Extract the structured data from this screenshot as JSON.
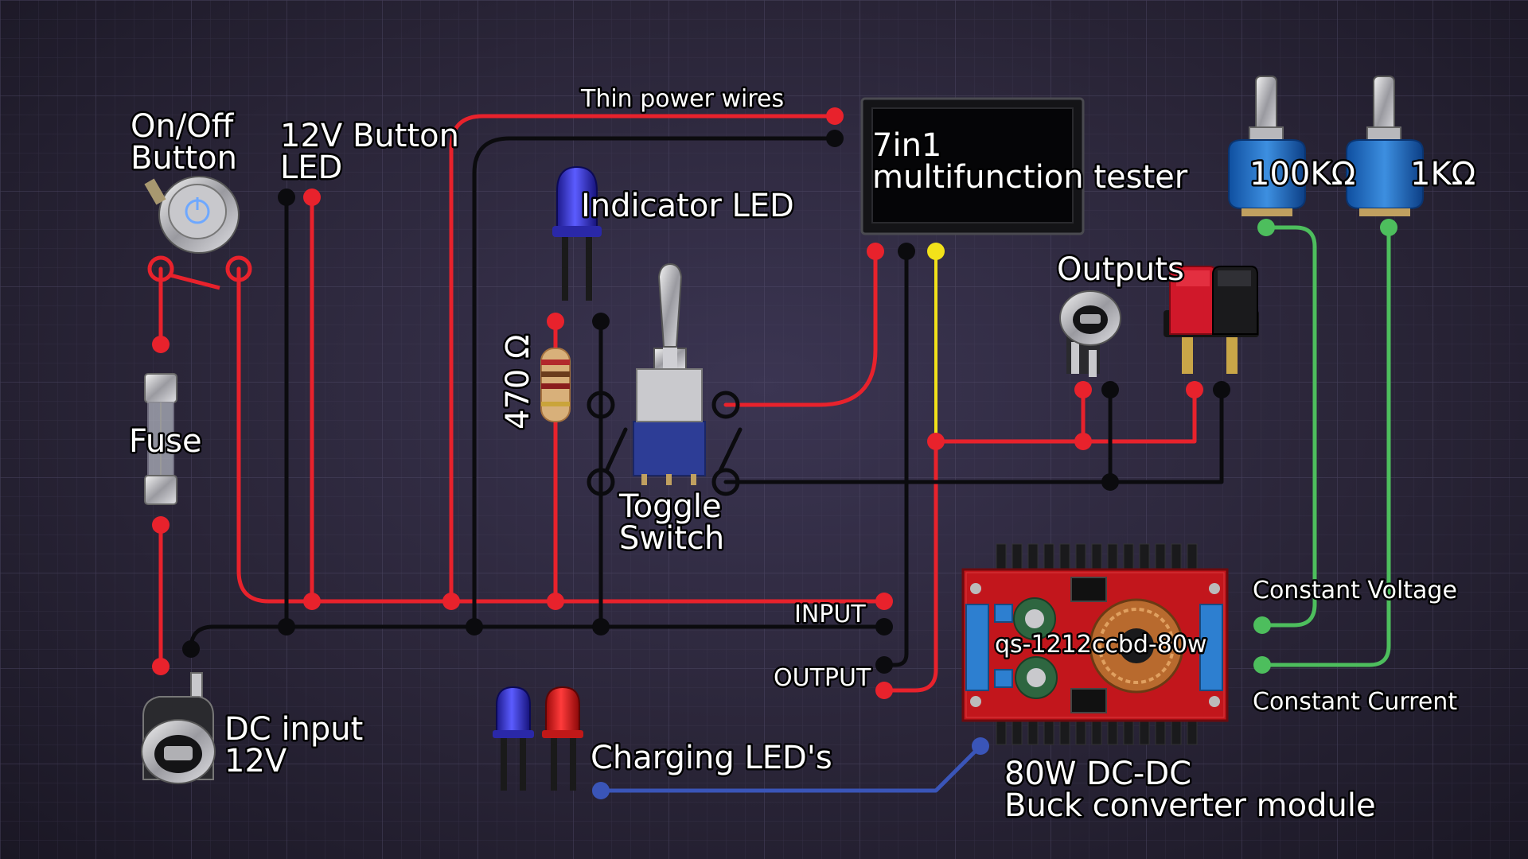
{
  "colors": {
    "background": "#2a2538",
    "grid": "#4a4560",
    "wire_red": "#e8222c",
    "wire_black": "#0b0b0e",
    "wire_yellow": "#f2e21a",
    "wire_green": "#4dbe5d",
    "wire_blue": "#3a55b8",
    "label_text": "#ffffff"
  },
  "labels": {
    "on_off_button_1": "On/Off",
    "on_off_button_2": "Button",
    "button_led_1": "12V Button",
    "button_led_2": "LED",
    "thin_power_wires": "Thin power wires",
    "tester_1": "7in1",
    "tester_2": "multifunction tester",
    "indicator_led": "Indicator LED",
    "resistor": "470 Ω",
    "fuse": "Fuse",
    "toggle_switch_1": "Toggle",
    "toggle_switch_2": "Switch",
    "outputs": "Outputs",
    "pot_100k": "100KΩ",
    "pot_1k": "1KΩ",
    "constant_voltage": "Constant Voltage",
    "constant_current": "Constant Current",
    "input": "INPUT",
    "output": "OUTPUT",
    "module_model": "qs-1212ccbd-80w",
    "module_1": "80W DC-DC",
    "module_2": "Buck converter module",
    "dc_input_1": "DC input",
    "dc_input_2": "12V",
    "charging_leds": "Charging LED's"
  },
  "icons": {
    "on_off_button": "power-button-icon",
    "fuse": "glass-fuse-icon",
    "dc_jack": "dc-barrel-jack-icon",
    "indicator_led": "blue-led-icon",
    "charging_leds": "blue-and-red-led-icon",
    "resistor": "resistor-icon",
    "toggle_switch": "toggle-switch-icon",
    "tester": "lcd-meter-icon",
    "outputs": "banana-binding-post-icon",
    "potentiometers": "multiturn-potentiometer-icon",
    "buck_module": "buck-converter-board-icon"
  }
}
